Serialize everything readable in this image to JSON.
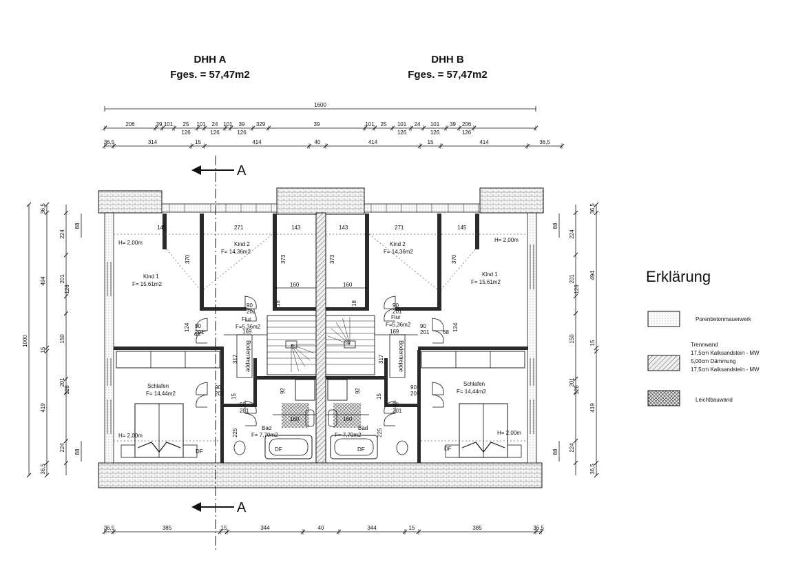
{
  "units": [
    {
      "name": "DHH  A",
      "area": "Fges.  =  57,47m2"
    },
    {
      "name": "DHH  B",
      "area": "Fges.  =  57,47m2"
    }
  ],
  "section_label": "A",
  "dims_top": {
    "overall": "1600",
    "row2": [
      "206",
      "39",
      "101",
      "25",
      "101",
      "24",
      "101",
      "39",
      "329",
      "39",
      "101",
      "25",
      "101",
      "24",
      "101",
      "39",
      "206"
    ],
    "row2_sub": [
      "126",
      "126",
      "126",
      "126",
      "126",
      "126"
    ],
    "row3": [
      "36,5",
      "314",
      "15",
      "414",
      "40",
      "414",
      "15",
      "414",
      "36,5"
    ]
  },
  "dims_bottom": [
    "36,5",
    "385",
    "15",
    "344",
    "40",
    "344",
    "15",
    "385",
    "36,5"
  ],
  "dims_left_outer": [
    "36,5",
    "494",
    "1000",
    "15",
    "419",
    "36,5"
  ],
  "dims_left_inner": [
    "224",
    "201",
    "126",
    "150",
    "201",
    "126",
    "224"
  ],
  "dims_left_small": [
    "88",
    "88"
  ],
  "dims_right_inner": [
    "224",
    "201",
    "126",
    "150",
    "201",
    "126",
    "224"
  ],
  "dims_right_outer": [
    "36,5",
    "494",
    "15",
    "419",
    "36,5"
  ],
  "dims_right_small": [
    "88",
    "88"
  ],
  "inner_dims": {
    "d145": "145",
    "d271": "271",
    "d143": "143",
    "d370": "370",
    "d373": "373",
    "d160": "160",
    "d18": "18",
    "d124": "124",
    "d68": "68",
    "d169": "169",
    "d317": "317",
    "d92": "92",
    "d15": "15",
    "d225": "225",
    "door": "90\n201"
  },
  "rooms": {
    "kind1_a": {
      "name": "Kind 1",
      "area": "F=  15,61m2"
    },
    "kind2_a": {
      "name": "Kind 2",
      "area": "F=  14,36m2"
    },
    "flur_a": {
      "name": "Flur",
      "area": "F=5,36m2"
    },
    "schlafen_a": {
      "name": "Schlafen",
      "area": "F=  14,44m2"
    },
    "bad_a": {
      "name": "Bad",
      "area": "F=  7,70m2"
    },
    "kind1_b": {
      "name": "Kind 1",
      "area": "F=  15,61m2"
    },
    "kind2_b": {
      "name": "Kind 2",
      "area": "F=  14,36m2"
    },
    "flur_b": {
      "name": "Flur",
      "area": "F=5,36m2"
    },
    "schlafen_b": {
      "name": "Schlafen",
      "area": "F=  14,44m2"
    },
    "bad_b": {
      "name": "Bad",
      "area": "F=  7,70m2"
    }
  },
  "heights": {
    "h200": "H=  2,00m"
  },
  "df": "DF",
  "bodentreppe": "Bodentreppe",
  "legend": {
    "title": "Erklärung",
    "items": [
      {
        "label": "Porenbetonmauerwerk"
      },
      {
        "label": "Trennwand",
        "lines": [
          "17,5cm Kalksandstein - MW",
          "5,00cm Dämmung",
          "17,5cm Kalksandstein - MW"
        ]
      },
      {
        "label": "Leichtbauwand"
      }
    ]
  }
}
